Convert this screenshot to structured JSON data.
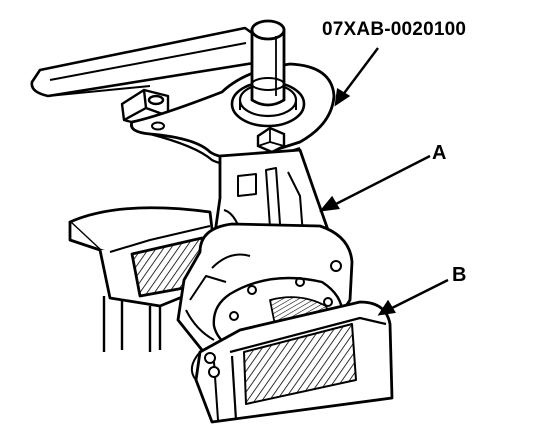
{
  "callouts": {
    "tool": "07XAB-0020100",
    "a": "A",
    "b": "B"
  },
  "colors": {
    "ink": "#000000",
    "paper": "#ffffff",
    "shade": "#9a9a9a"
  }
}
